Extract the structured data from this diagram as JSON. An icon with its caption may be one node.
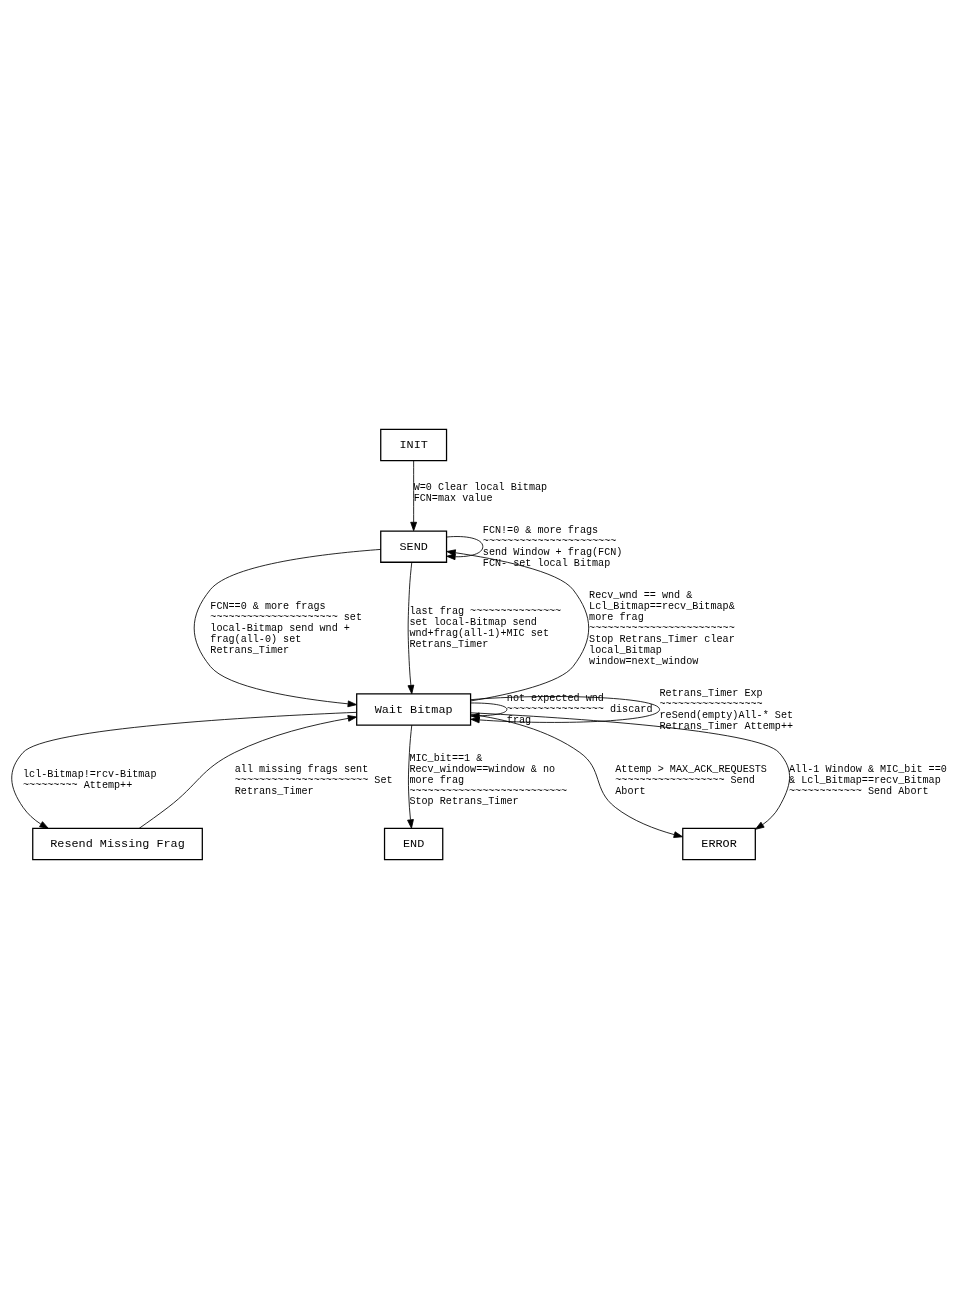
{
  "diagram": {
    "nodes": [
      {
        "text": [
          "INIT"
        ]
      },
      {
        "text": [
          "SEND"
        ]
      },
      {
        "text": [
          "Wait Bitmap"
        ]
      },
      {
        "text": [
          "Resend Missing Frag"
        ]
      },
      {
        "text": [
          "END"
        ]
      },
      {
        "text": [
          "ERROR"
        ]
      }
    ],
    "edges": [
      {
        "from": 0,
        "to": 1,
        "arrow": "to",
        "label": "W=0 Clear local Bitmap FCN=max value"
      },
      {
        "from": 1,
        "to": 1,
        "arrow": "to",
        "label": "FCN!=0 & more frags ~~~~~~~~~~~~~~~~~~~~~~ send Window + frag(FCN) FCN- set local Bitmap"
      },
      {
        "from": 1,
        "to": 2,
        "arrow": "to",
        "label": "FCN==0 & more frags ~~~~~~~~~~~~~~~~~~~~~ set local-Bitmap send wnd + frag(all-0) set Retrans_Timer"
      },
      {
        "from": 1,
        "to": 2,
        "arrow": "to",
        "label": "last frag ~~~~~~~~~~~~~~~ set local-Bitmap send wnd+frag(all-1)+MIC set Retrans_Timer"
      },
      {
        "from": 2,
        "to": 1,
        "arrow": "to",
        "label": "Recv_wnd == wnd & Lcl_Bitmap==recv_Bitmap& more frag ~~~~~~~~~~~~~~~~~~~~~~~~ Stop Retrans_Timer clear local_Bitmap window=next_window"
      },
      {
        "from": 2,
        "to": 2,
        "arrow": "to",
        "label": "not expected wnd ~~~~~~~~~~~~~~~~ discard frag"
      },
      {
        "from": 2,
        "to": 3,
        "arrow": "to",
        "label": "lcl-Bitmap!=rcv-Bitmap ~~~~~~~~~ Attemp++"
      },
      {
        "from": 2,
        "to": 2,
        "arrow": "to",
        "label": "Retrans_Timer Exp ~~~~~~~~~~~~~~~~~ reSend(empty)All-* Set Retrans_Timer Attemp++"
      },
      {
        "from": 3,
        "to": 2,
        "arrow": "to",
        "label": "all missing frags sent ~~~~~~~~~~~~~~~~~~~~~~ Set Retrans_Timer"
      },
      {
        "from": 2,
        "to": 4,
        "arrow": "to",
        "label": "MIC_bit==1 & Recv_window==window & no more frag ~~~~~~~~~~~~~~~~~~~~~~~~~~ Stop Retrans_Timer"
      },
      {
        "from": 2,
        "to": 5,
        "arrow": "to",
        "label": "Attemp > MAX_ACK_REQUESTS ~~~~~~~~~~~~~~~~~~ Send Abort"
      },
      {
        "from": 2,
        "to": 5,
        "arrow": "to",
        "label": "All-1 Window & MIC_bit ==0 & Lcl_Bitmap==recv_Bitmap ~~~~~~~~~~~~ Send Abort"
      }
    ]
  }
}
